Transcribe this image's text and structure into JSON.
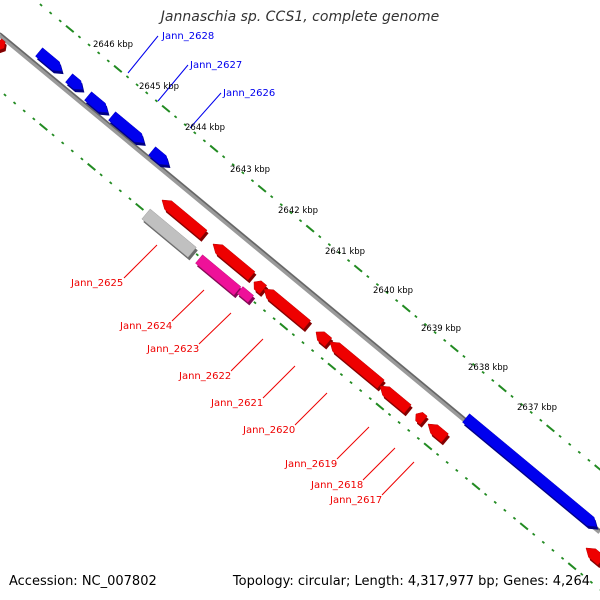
{
  "title": "Jannaschia sp. CCS1, complete genome",
  "footer": {
    "accession": "Accession: NC_007802",
    "summary": "Topology: circular; Length: 4,317,977 bp; Genes: 4,264"
  },
  "colors": {
    "forward_gene": "#0000ee",
    "reverse_gene": "#ee0000",
    "pink_gene": "#ee1199",
    "gray_gene": "#c0c0c0",
    "backbone": "#888888",
    "tick": "#228b22",
    "kbp_label": "#000000"
  },
  "kbp_labels": [
    "2646 kbp",
    "2645 kbp",
    "2644 kbp",
    "2643 kbp",
    "2642 kbp",
    "2641 kbp",
    "2640 kbp",
    "2639 kbp",
    "2638 kbp",
    "2637 kbp"
  ],
  "forward_gene_labels": [
    "Jann_2628",
    "Jann_2627",
    "Jann_2626"
  ],
  "reverse_gene_labels": [
    "Jann_2625",
    "Jann_2624",
    "Jann_2623",
    "Jann_2622",
    "Jann_2621",
    "Jann_2620",
    "Jann_2619",
    "Jann_2618",
    "Jann_2617"
  ]
}
